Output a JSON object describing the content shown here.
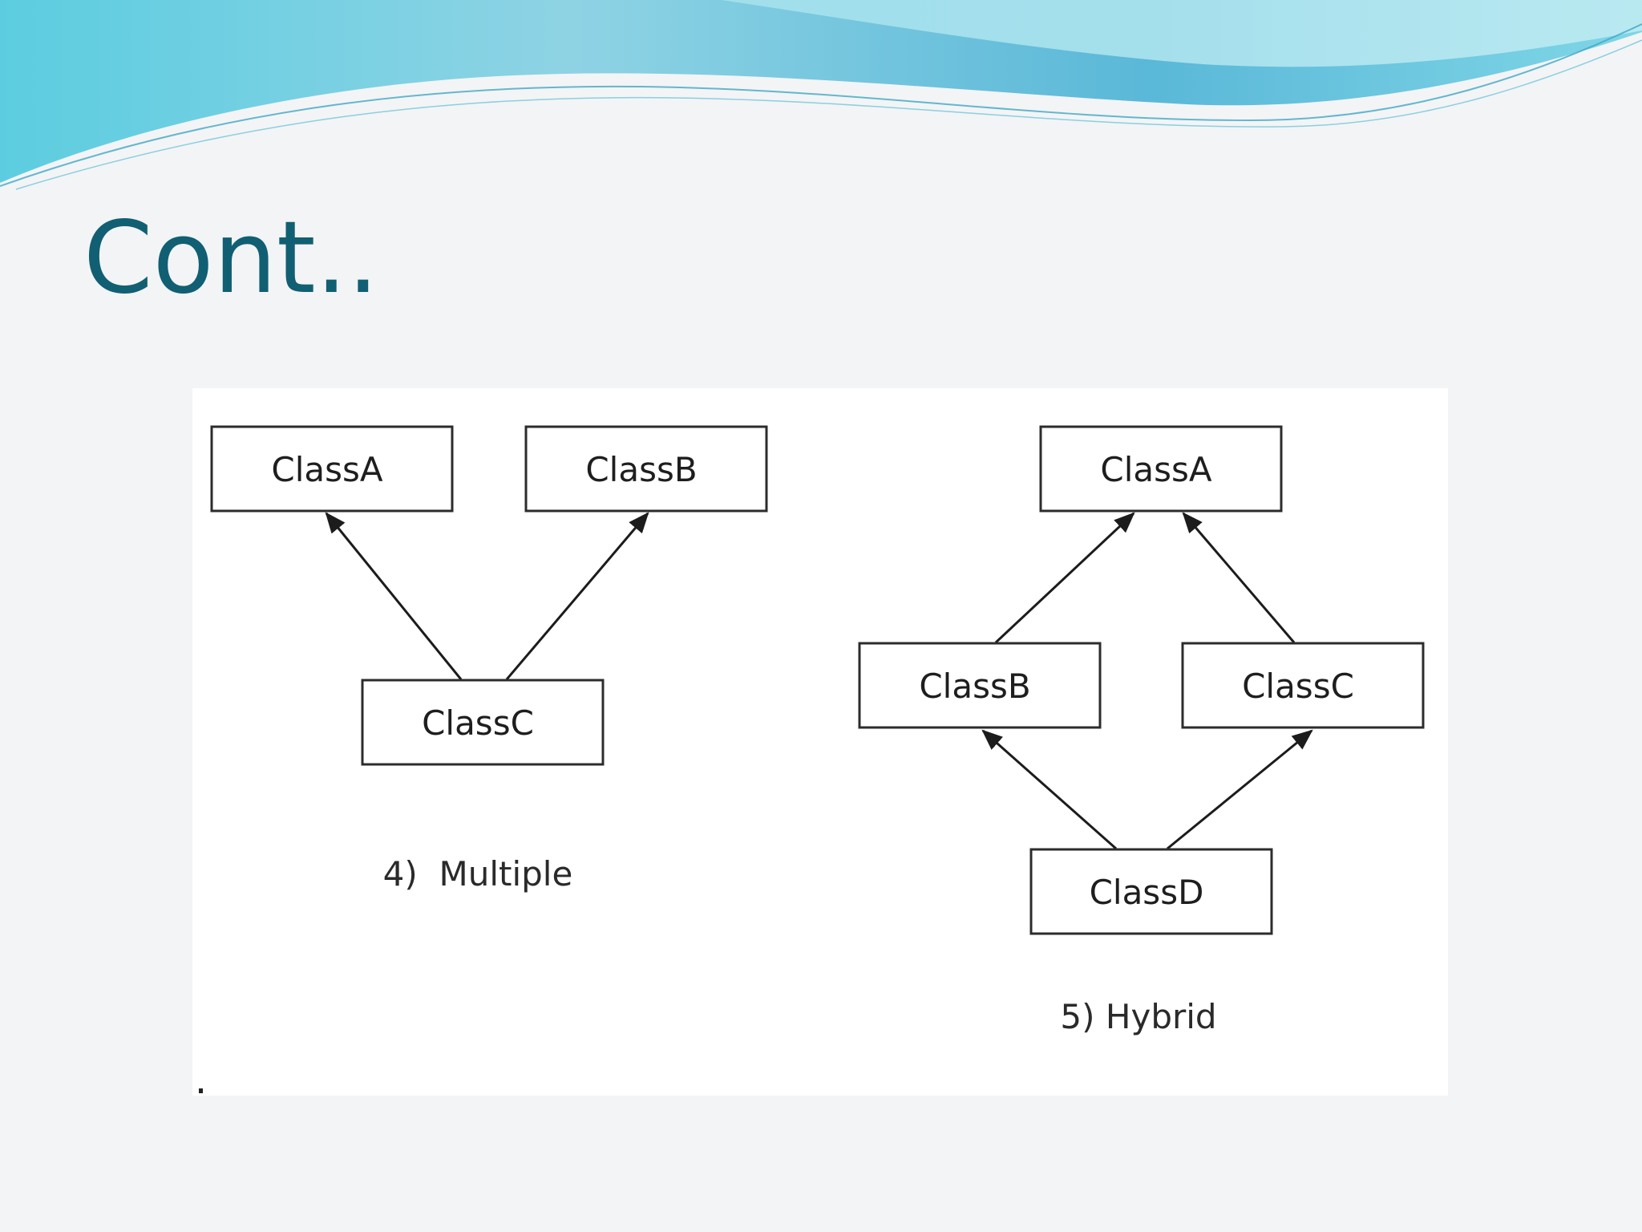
{
  "slide": {
    "title": "Cont.."
  },
  "diagram": {
    "multiple": {
      "caption": "4)  Multiple",
      "nodes": {
        "class_a": "ClassA",
        "class_b": "ClassB",
        "class_c": "ClassC"
      },
      "edges": [
        {
          "from": "ClassC",
          "to": "ClassA"
        },
        {
          "from": "ClassC",
          "to": "ClassB"
        }
      ]
    },
    "hybrid": {
      "caption": "5) Hybrid",
      "nodes": {
        "class_a": "ClassA",
        "class_b": "ClassB",
        "class_c": "ClassC",
        "class_d": "ClassD"
      },
      "edges": [
        {
          "from": "ClassB",
          "to": "ClassA"
        },
        {
          "from": "ClassC",
          "to": "ClassA"
        },
        {
          "from": "ClassD",
          "to": "ClassB"
        },
        {
          "from": "ClassD",
          "to": "ClassC"
        }
      ]
    }
  }
}
